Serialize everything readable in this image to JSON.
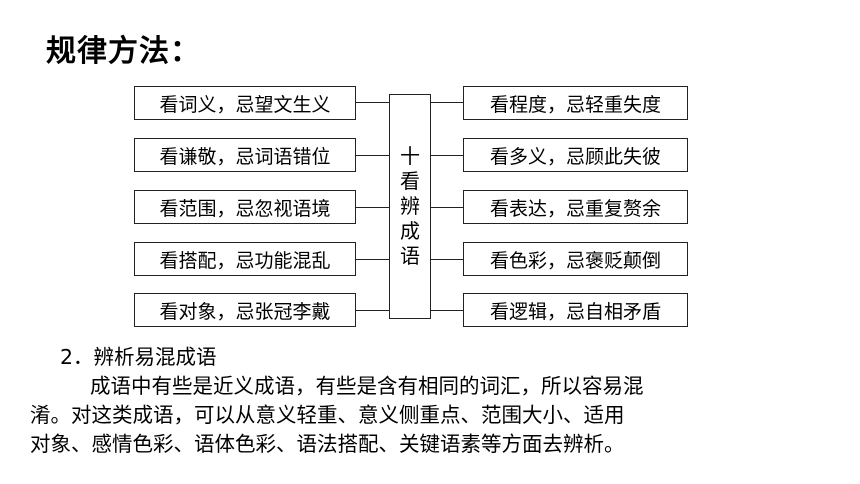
{
  "heading": "规律方法：",
  "left_items": [
    "看词义，忌望文生义",
    "看谦敬，忌词语错位",
    "看范围，忌忽视语境",
    "看搭配，忌功能混乱",
    "看对象，忌张冠李戴"
  ],
  "right_items": [
    "看程度，忌轻重失度",
    "看多义，忌顾此失彼",
    "看表达，忌重复赘余",
    "看色彩，忌褒贬颠倒",
    "看逻辑，忌自相矛盾"
  ],
  "center_label": "十看辨成语",
  "section": {
    "subtitle": "2．辨析易混成语",
    "line1": "成语中有些是近义成语，有些是含有相同的词汇，所以容易混",
    "line2": "淆。对这类成语，可以从意义轻重、意义侧重点、范围大小、适用",
    "line3": "对象、感情色彩、语体色彩、语法搭配、关键语素等方面去辨析。"
  }
}
